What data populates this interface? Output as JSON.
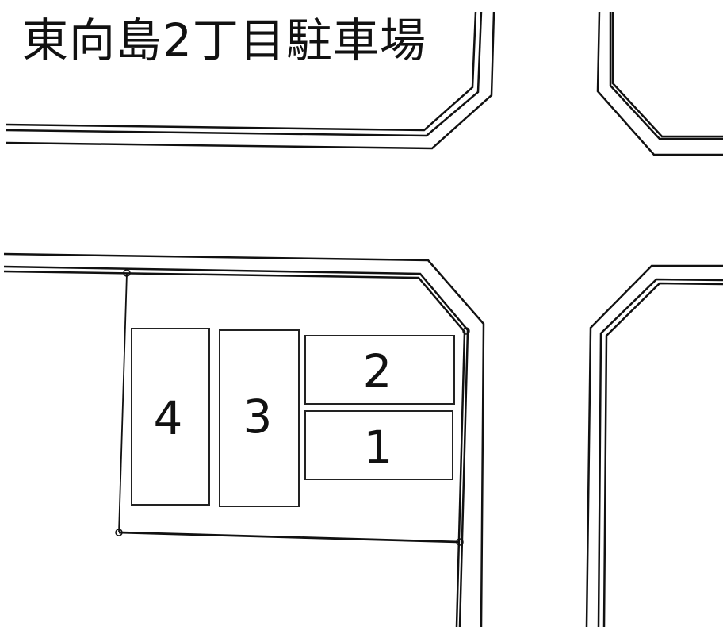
{
  "map": {
    "title": "東向島2丁目駐車場",
    "line_color": "#111111",
    "background": "#ffffff",
    "spaces": [
      {
        "id": "space-1",
        "label": "1"
      },
      {
        "id": "space-2",
        "label": "2"
      },
      {
        "id": "space-3",
        "label": "3"
      },
      {
        "id": "space-4",
        "label": "4"
      }
    ]
  }
}
